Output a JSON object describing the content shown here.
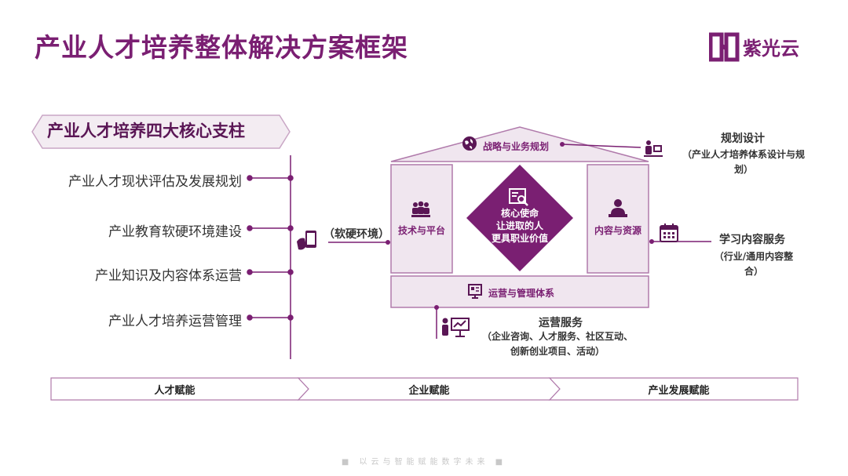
{
  "header": {
    "title": "产业人才培养整体解决方案框架"
  },
  "logo": {
    "text": "紫光云"
  },
  "pillars": {
    "title": "产业人才培养四大核心支柱",
    "items": [
      "产业人才现状评估及发展规划",
      "产业教育软硬环境建设",
      "产业知识及内容体系运营",
      "产业人才培养运营管理"
    ]
  },
  "house": {
    "roof_label": "战略与业务规划",
    "left_label": "技术与平台",
    "right_label": "内容与资源",
    "base_label": "运营与管理体系",
    "core": [
      "核心使命",
      "让进取的人",
      "更具职业价值"
    ]
  },
  "callouts": {
    "soft_hard": "（软硬环境）",
    "planning_title": "规划设计",
    "planning_sub": [
      "（产业人才培养体系设计与规",
      "划）"
    ],
    "learning_title": "学习内容服务",
    "learning_sub": [
      "（行业/通用内容整",
      "合）"
    ],
    "ops_title": "运营服务",
    "ops_sub": [
      "（企业咨询、人才服务、社区互动、",
      "创新创业项目、活动）"
    ]
  },
  "stages": [
    "人才赋能",
    "企业赋能",
    "产业发展赋能"
  ],
  "footer": "以云与智能赋能数字未来",
  "colors": {
    "brand": "#7a1f72",
    "panel_fill": "#f0e6ef",
    "panel_border": "#b07aab"
  }
}
